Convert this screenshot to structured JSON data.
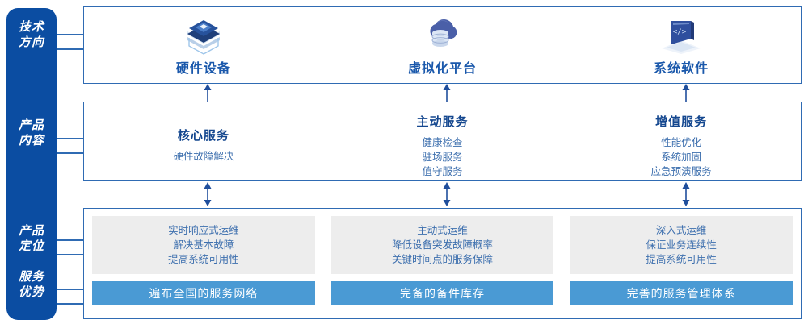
{
  "rail": {
    "items": [
      {
        "label": "技术\n方向",
        "name": "tech-direction"
      },
      {
        "label": "产品\n内容",
        "name": "product-content"
      },
      {
        "label": "产品\n定位",
        "name": "product-position"
      },
      {
        "label": "服务\n优势",
        "name": "service-advantage"
      }
    ]
  },
  "tech": {
    "columns": [
      {
        "title": "硬件设备",
        "icon": "server-stack-icon"
      },
      {
        "title": "虚拟化平台",
        "icon": "cloud-database-icon"
      },
      {
        "title": "系统软件",
        "icon": "laptop-code-icon"
      }
    ]
  },
  "content": {
    "columns": [
      {
        "title": "核心服务",
        "items": [
          "硬件故障解决"
        ]
      },
      {
        "title": "主动服务",
        "items": [
          "健康检查",
          "驻场服务",
          "值守服务"
        ]
      },
      {
        "title": "增值服务",
        "items": [
          "性能优化",
          "系统加固",
          "应急预演服务"
        ]
      }
    ]
  },
  "bottom": {
    "columns": [
      {
        "position": [
          "实时响应式运维",
          "解决基本故障",
          "提高系统可用性"
        ],
        "advantage": "遍布全国的服务网络"
      },
      {
        "position": [
          "主动式运维",
          "降低设备突发故障概率",
          "关键时间点的服务保障"
        ],
        "advantage": "完备的备件库存"
      },
      {
        "position": [
          "深入式运维",
          "保证业务连续性",
          "提高系统可用性"
        ],
        "advantage": "完善的服务管理体系"
      }
    ]
  },
  "colors": {
    "rail_blue": "#0b4da2",
    "panel_border": "#2f6bb3",
    "title_blue": "#14478f",
    "body_blue": "#3d6fae",
    "bar_blue": "#4a9ad4",
    "gray_box": "#ededed",
    "arrow_blue": "#1f4e9c"
  }
}
